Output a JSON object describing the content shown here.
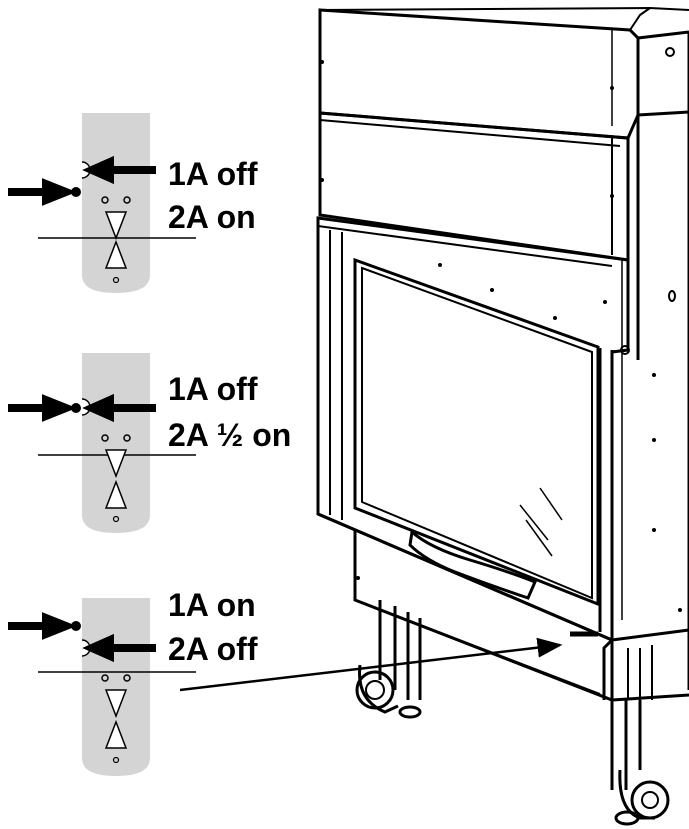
{
  "colors": {
    "strip_fill": "#d4d4d4",
    "line": "#000000",
    "background": "#ffffff"
  },
  "settings": [
    {
      "line1": "1A off",
      "line2": "2A on"
    },
    {
      "line1": "1A off",
      "line2": "2A ½ on"
    },
    {
      "line1": "1A on",
      "line2": "2A off"
    }
  ]
}
